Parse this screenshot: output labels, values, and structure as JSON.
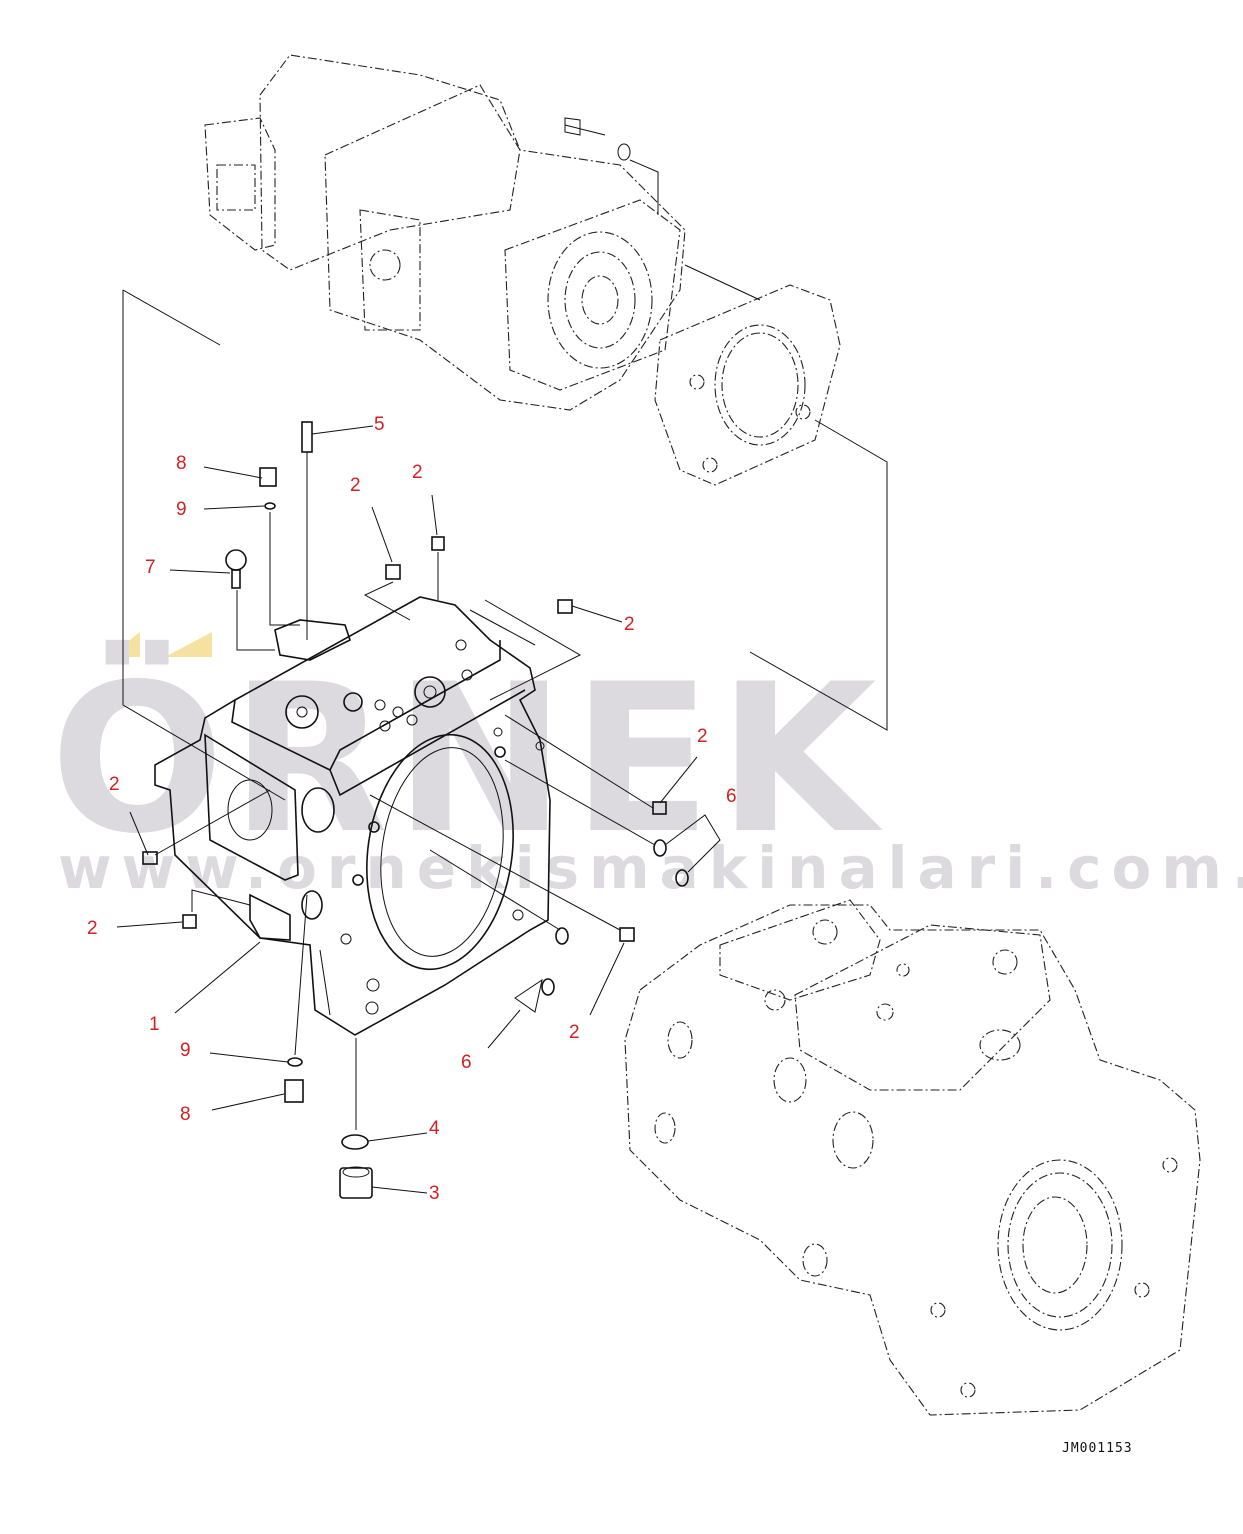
{
  "watermark": {
    "brand": "ÖRNEK",
    "url": "www.ornekismakinalari.com.tr"
  },
  "drawing_code": "JM001153",
  "callouts": [
    {
      "label": "5"
    },
    {
      "label": "8"
    },
    {
      "label": "9"
    },
    {
      "label": "2"
    },
    {
      "label": "2"
    },
    {
      "label": "7"
    },
    {
      "label": "2"
    },
    {
      "label": "2"
    },
    {
      "label": "6"
    },
    {
      "label": "2"
    },
    {
      "label": "2"
    },
    {
      "label": "1"
    },
    {
      "label": "9"
    },
    {
      "label": "8"
    },
    {
      "label": "6"
    },
    {
      "label": "2"
    },
    {
      "label": "4"
    },
    {
      "label": "3"
    }
  ],
  "colors": {
    "callout": "#d42020",
    "watermark": "#dcdadf",
    "watermark_accent": "#f5e2a0"
  }
}
